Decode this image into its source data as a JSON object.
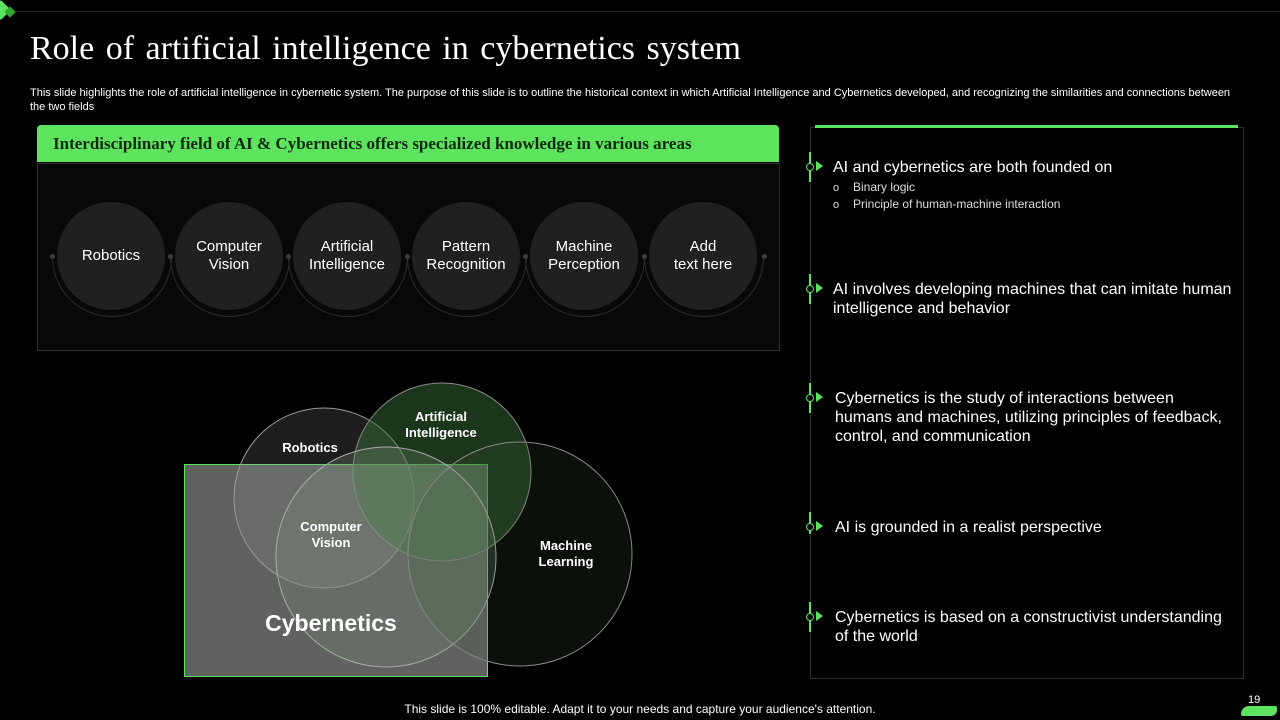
{
  "slide": {
    "title": "Role of artificial intelligence in cybernetics system",
    "subtitle": "This slide highlights the role of artificial intelligence in cybernetic system. The purpose of this slide is to outline the historical context in which Artificial Intelligence and Cybernetics developed, and recognizing the similarities and connections between the two fields",
    "page_number": "19",
    "footer": "This slide is 100% editable. Adapt it to your needs and capture your audience's attention."
  },
  "left_panel": {
    "header": "Interdisciplinary field of AI & Cybernetics offers specialized knowledge in various areas",
    "circles": [
      {
        "label": "Robotics"
      },
      {
        "label": "Computer\nVision"
      },
      {
        "label": "Artificial\nIntelligence"
      },
      {
        "label": "Pattern\nRecognition"
      },
      {
        "label": "Machine\nPerception"
      },
      {
        "label": "Add\ntext here"
      }
    ]
  },
  "venn": {
    "labels": {
      "robotics": "Robotics",
      "ai": "Artificial\nIntelligence",
      "cv": "Computer\nVision",
      "ml": "Machine\nLearning",
      "cybernetics": "Cybernetics"
    }
  },
  "right_panel": {
    "bullets": [
      {
        "text": "AI and cybernetics are both founded on",
        "sub": [
          "Binary logic",
          "Principle of human-machine  interaction"
        ]
      },
      {
        "text": "AI involves developing machines that can imitate human intelligence and behavior"
      },
      {
        "text": "Cybernetics is the study of interactions between humans and machines, utilizing principles of feedback, control, and communication"
      },
      {
        "text": "AI is grounded in a realist perspective"
      },
      {
        "text": "Cybernetics is based on a constructivist  understanding of the world"
      }
    ]
  },
  "colors": {
    "accent": "#5ee35e",
    "background": "#000000",
    "circle": "#1f211f"
  }
}
